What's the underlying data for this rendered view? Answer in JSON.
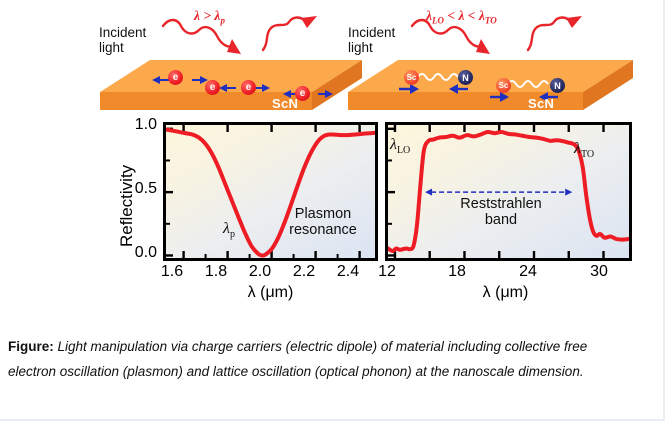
{
  "figure": {
    "diagrams": [
      {
        "id": "plasmon-diagram",
        "incident_label_line1": "Incident",
        "incident_label_line2": "light",
        "condition_prefix": "λ > λ",
        "condition_sub": "p",
        "material_label": "ScN",
        "particles": [
          {
            "name": "electron",
            "label": "e"
          },
          {
            "name": "electron",
            "label": "e"
          },
          {
            "name": "electron",
            "label": "e"
          },
          {
            "name": "electron",
            "label": "e"
          }
        ]
      },
      {
        "id": "phonon-diagram",
        "incident_label_line1": "Incident",
        "incident_label_line2": "light",
        "condition_prefix": "λ",
        "condition_sub_lo": "LO",
        "condition_mid": " < λ < λ",
        "condition_sub_to": "TO",
        "material_label": "ScN",
        "particles": [
          {
            "name": "scandium-atom",
            "label": "Sc"
          },
          {
            "name": "nitrogen-atom",
            "label": "N"
          },
          {
            "name": "scandium-atom",
            "label": "Sc"
          },
          {
            "name": "nitrogen-atom",
            "label": "N"
          }
        ]
      }
    ],
    "colors": {
      "curve": "#ee1c24",
      "slab_top": "#fba94b",
      "slab_side": "#f08a2a",
      "arrow_blue": "#1f2fc0",
      "condition_red": "#e8252a",
      "frame": "#000000"
    }
  },
  "chart_data": [
    {
      "type": "line",
      "id": "plasmon-reflectivity",
      "title": "",
      "xlabel": "λ (μm)",
      "ylabel": "Reflectivity",
      "xlim": [
        1.52,
        2.47
      ],
      "ylim": [
        -0.02,
        1.03
      ],
      "xticks": [
        1.6,
        1.8,
        2.0,
        2.2,
        2.4
      ],
      "xtick_labels": [
        "1.6",
        "1.8",
        "2.0",
        "2.2",
        "2.4"
      ],
      "yticks": [
        0.0,
        0.5,
        1.0
      ],
      "ytick_labels": [
        "0.0",
        "0.5",
        "1.0"
      ],
      "yminorticks": [
        0.25,
        0.75
      ],
      "grid": false,
      "legend": false,
      "annotations": [
        {
          "name": "lambda-p-marker",
          "text": "λ",
          "sub": "p",
          "x": 1.86,
          "y": 0.13
        },
        {
          "name": "plasmon-resonance-label",
          "line1": "Plasmon",
          "line2": "resonance",
          "x": 2.22,
          "y": 0.2
        }
      ],
      "series": [
        {
          "name": "Reflectivity",
          "color": "#ee1c24",
          "x": [
            1.52,
            1.55,
            1.58,
            1.61,
            1.64,
            1.67,
            1.7,
            1.73,
            1.76,
            1.79,
            1.82,
            1.85,
            1.88,
            1.91,
            1.94,
            1.955,
            1.97,
            2.0,
            2.03,
            2.06,
            2.09,
            2.12,
            2.15,
            2.18,
            2.21,
            2.24,
            2.27,
            2.3,
            2.34,
            2.38,
            2.42,
            2.47
          ],
          "y": [
            0.995,
            0.985,
            0.975,
            0.965,
            0.955,
            0.93,
            0.88,
            0.8,
            0.69,
            0.56,
            0.43,
            0.3,
            0.175,
            0.07,
            0.012,
            0.0,
            0.005,
            0.05,
            0.14,
            0.265,
            0.41,
            0.56,
            0.7,
            0.815,
            0.9,
            0.945,
            0.955,
            0.952,
            0.95,
            0.955,
            0.962,
            0.968
          ]
        }
      ]
    },
    {
      "type": "line",
      "id": "reststrahlen-reflectivity",
      "title": "",
      "xlabel": "λ (μm)",
      "ylabel": "",
      "xlim": [
        11.4,
        32.2
      ],
      "ylim": [
        -0.02,
        1.03
      ],
      "xticks": [
        12,
        15,
        18,
        21,
        24,
        27,
        30
      ],
      "xtick_labels": [
        "12",
        "",
        "18",
        "",
        "24",
        "",
        "30"
      ],
      "yticks": [
        0.0,
        0.5,
        1.0
      ],
      "ytick_labels": [
        "",
        "",
        ""
      ],
      "yminorticks": [
        0.25,
        0.75
      ],
      "grid": false,
      "legend": false,
      "annotations": [
        {
          "name": "lambda-lo-marker",
          "text": "λ",
          "sub": "LO",
          "x": 12.1,
          "y": 0.84
        },
        {
          "name": "lambda-to-marker",
          "text": "λ",
          "sub": "TO",
          "x": 28.4,
          "y": 0.83
        },
        {
          "name": "reststrahlen-band-label",
          "line1": "Reststrahlen",
          "line2": "band",
          "x": 20.6,
          "y": 0.33
        },
        {
          "name": "reststrahlen-band-arrow",
          "x_start": 14.6,
          "x_end": 27.3,
          "y": 0.5
        }
      ],
      "series": [
        {
          "name": "Reflectivity",
          "color": "#ee1c24",
          "x": [
            11.4,
            11.8,
            12.1,
            12.4,
            12.7,
            13.0,
            13.3,
            13.6,
            13.9,
            14.2,
            14.5,
            14.9,
            15.3,
            15.8,
            16.4,
            17.0,
            17.6,
            18.2,
            18.8,
            19.4,
            20.0,
            20.6,
            21.2,
            21.8,
            22.4,
            23.0,
            23.6,
            24.2,
            24.8,
            25.4,
            26.0,
            26.6,
            27.0,
            27.4,
            27.8,
            28.2,
            28.5,
            28.8,
            29.1,
            29.4,
            29.7,
            30.1,
            30.6,
            31.1,
            31.6,
            32.2
          ],
          "y": [
            0.055,
            0.035,
            0.055,
            0.045,
            0.05,
            0.055,
            0.05,
            0.075,
            0.24,
            0.56,
            0.83,
            0.905,
            0.915,
            0.93,
            0.935,
            0.945,
            0.93,
            0.95,
            0.94,
            0.955,
            0.975,
            0.965,
            0.975,
            0.96,
            0.955,
            0.945,
            0.935,
            0.93,
            0.92,
            0.905,
            0.91,
            0.9,
            0.89,
            0.88,
            0.84,
            0.7,
            0.48,
            0.3,
            0.19,
            0.155,
            0.17,
            0.14,
            0.15,
            0.13,
            0.125,
            0.13
          ]
        }
      ]
    }
  ],
  "caption": {
    "prefix": "Figure:",
    "text": " Light manipulation via charge carriers (electric dipole) of material including collective free electron oscillation (plasmon) and lattice oscillation (optical phonon) at the nanoscale dimension."
  }
}
